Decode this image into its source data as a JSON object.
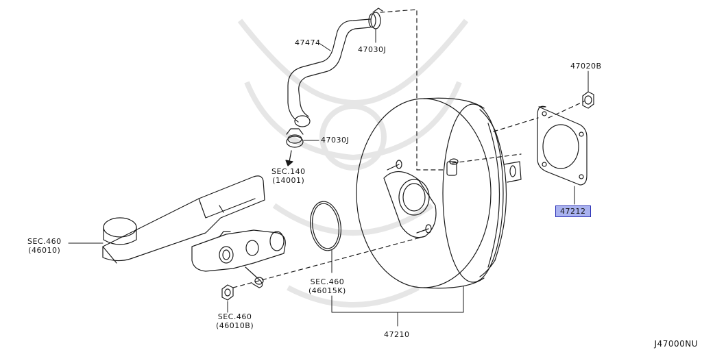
{
  "labels": {
    "hose": "47474",
    "clamp_top": "47030J",
    "clamp_bottom": "47030J",
    "sec140": "SEC.140",
    "sec140_ref": "(14001)",
    "nut_top": "47020B",
    "gasket": "47212",
    "sec460_left": "SEC.460",
    "sec460_left_ref": "(46010)",
    "sec460_ring": "SEC.460",
    "sec460_ring_ref": "(46015K)",
    "sec460_nut": "SEC.460",
    "sec460_nut_ref": "(46010B)",
    "booster": "47210"
  },
  "diagram_code": "J47000NU",
  "colors": {
    "line": "#1a1a1a",
    "highlight_fill": "#a9b2f0",
    "highlight_border": "#2a2fb5",
    "watermark": "#e6e6e6"
  }
}
